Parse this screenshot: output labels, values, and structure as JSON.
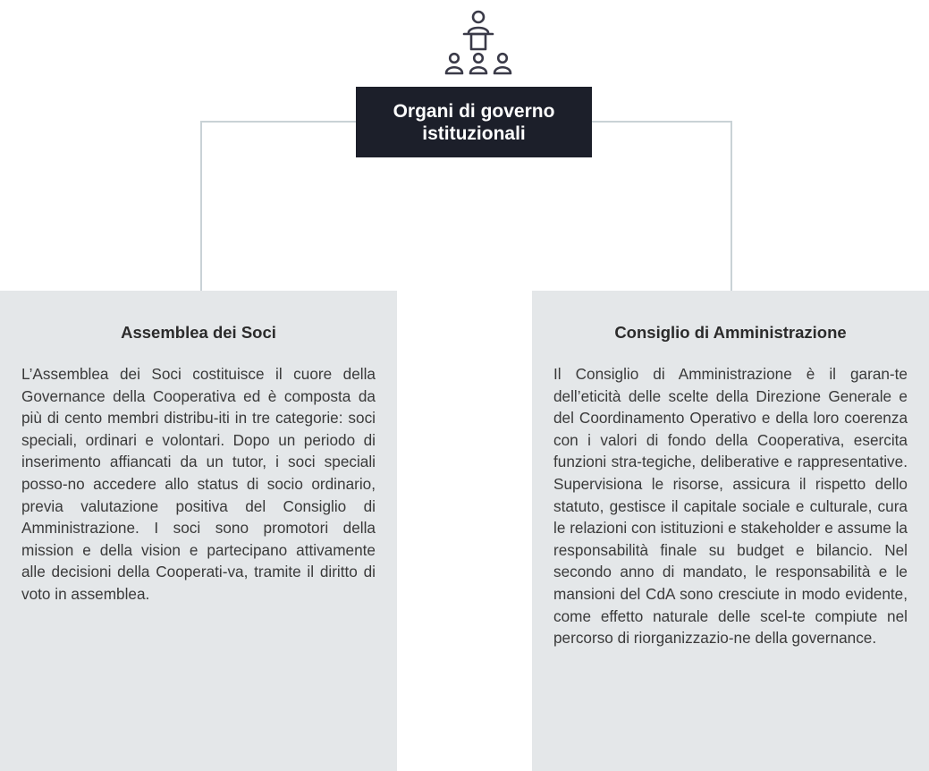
{
  "icon": "assembly-podium-icon",
  "root": {
    "title": "Organi di governo istituzionali"
  },
  "cards": [
    {
      "title": "Assemblea dei Soci",
      "text": "L’Assemblea dei Soci costituisce il cuore della Governance della Cooperativa ed è composta da più di cento membri distribu-iti in tre categorie: soci speciali, ordinari e volontari. Dopo un periodo di inserimento affiancati da un tutor, i soci speciali posso-no accedere allo status di socio ordinario, previa valutazione positiva del Consiglio di Amministrazione. I soci sono promotori della mission e della vision e partecipano attivamente alle decisioni della Cooperati-va, tramite il diritto di voto in assemblea."
    },
    {
      "title": "Consiglio di Amministrazione",
      "text": "Il Consiglio di Amministrazione è il garan-te dell’eticità delle scelte della Direzione Generale e del Coordinamento Operativo e della loro coerenza con i valori di fondo della Cooperativa, esercita funzioni stra-tegiche, deliberative e rappresentative. Supervisiona le risorse, assicura il rispetto dello statuto, gestisce il capitale sociale e culturale, cura le relazioni con istituzioni e stakeholder e assume la responsabilità finale su budget e bilancio. Nel secondo anno di mandato, le responsabilità e le mansioni del CdA sono cresciute in modo evidente, come effetto naturale delle scel-te compiute nel percorso di riorganizzazio-ne della governance."
    }
  ],
  "colors": {
    "root_bg": "#1c1f2a",
    "card_bg": "#e4e7e9",
    "connector": "#c9d2d6",
    "icon_stroke": "#3a3a48"
  }
}
